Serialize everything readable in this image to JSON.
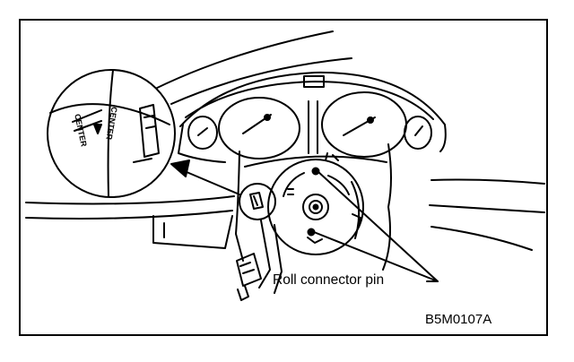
{
  "callout_label": "Roll connector pin",
  "figure_code": "B5M0107A",
  "inset_labels": {
    "left_mark": "CENTER",
    "right_mark": "CENTER"
  }
}
